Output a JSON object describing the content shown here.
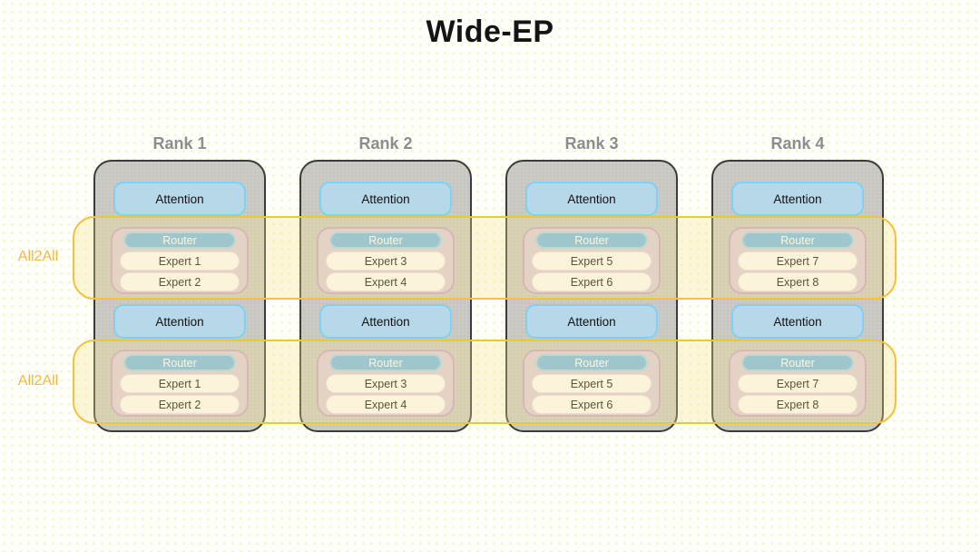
{
  "title": "Wide-EP",
  "bands": [
    {
      "label": "All2All"
    },
    {
      "label": "All2All"
    }
  ],
  "ranks": [
    {
      "name": "Rank 1",
      "sections": [
        {
          "attention": "Attention",
          "router": "Router",
          "experts": [
            "Expert 1",
            "Expert 2"
          ]
        },
        {
          "attention": "Attention",
          "router": "Router",
          "experts": [
            "Expert 1",
            "Expert 2"
          ]
        }
      ]
    },
    {
      "name": "Rank 2",
      "sections": [
        {
          "attention": "Attention",
          "router": "Router",
          "experts": [
            "Expert 3",
            "Expert 4"
          ]
        },
        {
          "attention": "Attention",
          "router": "Router",
          "experts": [
            "Expert 3",
            "Expert 4"
          ]
        }
      ]
    },
    {
      "name": "Rank 3",
      "sections": [
        {
          "attention": "Attention",
          "router": "Router",
          "experts": [
            "Expert 5",
            "Expert 6"
          ]
        },
        {
          "attention": "Attention",
          "router": "Router",
          "experts": [
            "Expert 5",
            "Expert 6"
          ]
        }
      ]
    },
    {
      "name": "Rank 4",
      "sections": [
        {
          "attention": "Attention",
          "router": "Router",
          "experts": [
            "Expert 7",
            "Expert 8"
          ]
        },
        {
          "attention": "Attention",
          "router": "Router",
          "experts": [
            "Expert 7",
            "Expert 8"
          ]
        }
      ]
    }
  ],
  "colors": {
    "title": "#141414",
    "rank_title": "#8d8d8d",
    "rank_box_fill": "#c7c6c0",
    "rank_box_border": "#3b3b3b",
    "attention_fill": "#b7d8e9",
    "attention_border": "#7fd0f2",
    "moe_fill": "#dccadf",
    "moe_border": "#c9a3cc",
    "router_fill": "#79b9e9",
    "router_border": "#a6d3f1",
    "expert_fill": "#fdfbfe",
    "expert_border": "#e9dcea",
    "band_fill": "rgba(250,228,140,0.30)",
    "band_border": "#f2c33c",
    "all2all_label": "#f4b83e"
  }
}
